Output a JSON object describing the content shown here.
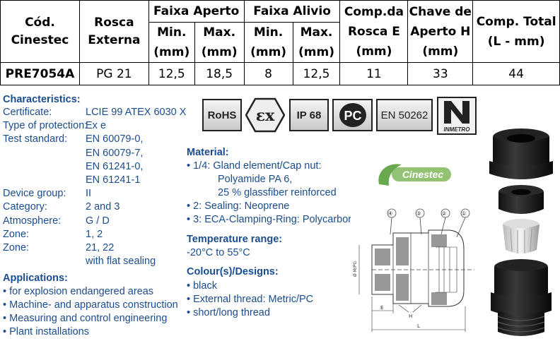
{
  "table": {
    "headers": {
      "code": [
        "Cód.",
        "Cinestec"
      ],
      "thread": [
        "Rosca",
        "Externa"
      ],
      "clamp_range": "Faixa Aperto",
      "relief_range": "Faixa Alivio",
      "min": [
        "Min.",
        "(mm)"
      ],
      "max": [
        "Max.",
        "(mm)"
      ],
      "length_e": [
        "Comp.da",
        "Rosca E",
        "(mm)"
      ],
      "wrench_h": [
        "Chave de",
        "Aperto H",
        "(mm)"
      ],
      "total_length": [
        "Comp. Total",
        "(L - mm)"
      ]
    },
    "row": {
      "code": "PRE7054A",
      "thread": "PG 21",
      "clamp_min": "12,5",
      "clamp_max": "18,5",
      "relief_min": "8",
      "relief_max": "12,5",
      "length_e": "11",
      "wrench_h": "33",
      "total_length": "44"
    }
  },
  "characteristics": {
    "heading": "Characteristics:",
    "items": [
      {
        "label": "Certificate:",
        "value": "LCIE 99 ATEX 6030 X"
      },
      {
        "label": "Type of protection:",
        "value": "Ex e"
      },
      {
        "label": "Test standard:",
        "value": "EN 60079-0,"
      },
      {
        "label": "",
        "value": "EN 60079-7,"
      },
      {
        "label": "",
        "value": "EN 61241-0,"
      },
      {
        "label": "",
        "value": "EN 61241-1"
      },
      {
        "label": "Device group:",
        "value": "II"
      },
      {
        "label": "Category:",
        "value": "2 and 3"
      },
      {
        "label": "Atmosphere:",
        "value": "G / D"
      },
      {
        "label": "Zone:",
        "value": "1, 2"
      },
      {
        "label": "Zone:",
        "value": "21, 22"
      },
      {
        "label": "",
        "value": "with flat sealing"
      }
    ]
  },
  "applications": {
    "heading": "Applications:",
    "items": [
      "for explosion endangered areas",
      "Machine- and apparatus construction",
      "Measuring and control engineering",
      "Plant installations"
    ]
  },
  "badges": {
    "rohs": "RoHS",
    "ex": "εx",
    "ip": "IP 68",
    "gost": "PC",
    "en": "EN 50262",
    "inmetro": "INMETRO"
  },
  "material": {
    "heading": "Material:",
    "lines": [
      "• 1/4: Gland element/Cap nut:",
      "Polyamide PA 6,",
      "25 % glassfiber reinforced",
      "• 2: Sealing: Neoprene",
      "• 3: ECA-Clamping-Ring: Polycarbor"
    ]
  },
  "temperature": {
    "heading": "Temperature range:",
    "value": "-20°C to 55°C"
  },
  "colours": {
    "heading": "Colour(s)/Designs:",
    "items": [
      "black",
      "External thread: Metric/PC",
      "short/long thread"
    ]
  },
  "logo_text": "Cinestec",
  "drawing": {
    "callouts": [
      "④",
      "③",
      "②",
      "①"
    ],
    "dim_label": "Ø M/PG",
    "e_label": "E",
    "h_label": "H",
    "l_label": "L"
  }
}
